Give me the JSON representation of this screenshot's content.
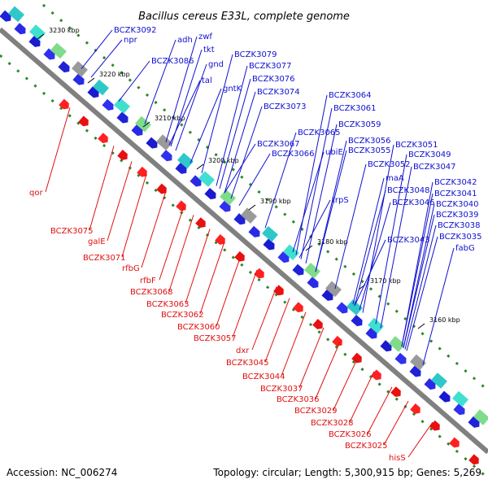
{
  "title": "Bacillus cereus E33L, complete genome",
  "footer": {
    "accession": "Accession: NC_006274",
    "summary": "Topology: circular; Length: 5,300,915 bp; Genes: 5,269"
  },
  "colors": {
    "forward_label": "#1010d0",
    "reverse_label": "#e01010",
    "backbone": "#808080",
    "tick": "#2a8a2a"
  },
  "ticks": [
    "3230 kbp",
    "3220 kbp",
    "3210 kbp",
    "3200 kbp",
    "3190 kbp",
    "3180 kbp",
    "3170 kbp",
    "3160 kbp"
  ],
  "forward_labels": [
    "BCZK3092",
    "npr",
    "adh",
    "zwf",
    "tkt",
    "BCZK3086",
    "gnd",
    "tal",
    "BCZK3079",
    "BCZK3077",
    "gntK",
    "BCZK3076",
    "BCZK3074",
    "BCZK3073",
    "BCZK3064",
    "BCZK3061",
    "BCZK3059",
    "BCZK3065",
    "BCZK3067",
    "BCZK3066",
    "BCZK3056",
    "BCZK3055",
    "ubiE",
    "BCZK3051",
    "BCZK3049",
    "BCZK3052",
    "BCZK3047",
    "maA",
    "BCZK3048",
    "BCZK3042",
    "BCZK3041",
    "trpS",
    "BCZK3046",
    "BCZK3040",
    "BCZK3039",
    "BCZK3038",
    "BCZK3043",
    "BCZK3035",
    "fabG"
  ],
  "reverse_labels": [
    "qor",
    "BCZK3075",
    "galE",
    "BCZK3071",
    "rfbG",
    "rfbF",
    "BCZK3068",
    "BCZK3063",
    "BCZK3062",
    "BCZK3060",
    "BCZK3057",
    "dxr",
    "BCZK3045",
    "BCZK3044",
    "BCZK3037",
    "BCZK3036",
    "BCZK3029",
    "BCZK3028",
    "BCZK3026",
    "BCZK3025",
    "hisS"
  ]
}
